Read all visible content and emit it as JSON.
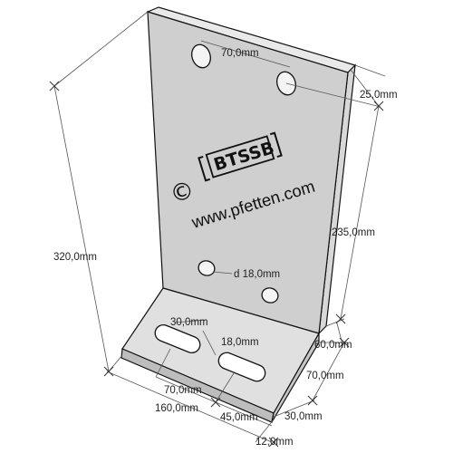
{
  "drawing": {
    "logo_text": "BTSSB",
    "copyright_symbol": "©",
    "website": "www.pfetten.com",
    "hole_label": "d 18,0mm",
    "dimensions": {
      "top_holes_spacing": "70,0mm",
      "top_edge_offset": "25,0mm",
      "upright_height": "235,0mm",
      "overall_height": "320,0mm",
      "base_inner": "60,0mm",
      "slot_length": "30,0mm",
      "slot_width": "18,0mm",
      "slot_spacing": "70,0mm",
      "base_depth": "70,0mm",
      "base_length": "160,0mm",
      "slot_offset": "45,0mm",
      "end_offset": "30,0mm",
      "thickness": "12,0mm"
    }
  }
}
